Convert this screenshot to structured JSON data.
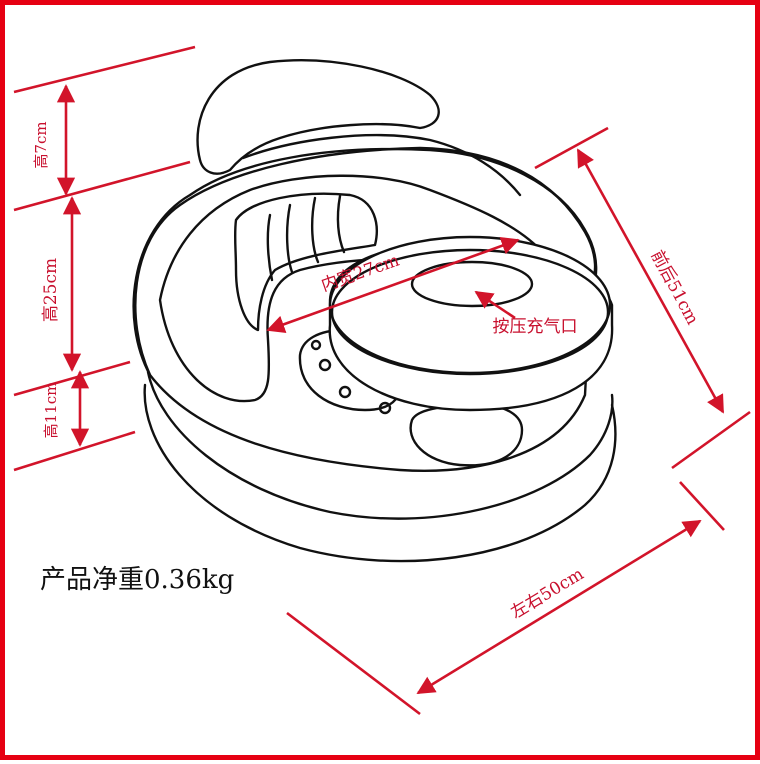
{
  "product": {
    "weight_label": "产品净重0.36kg"
  },
  "dimensions": {
    "height_top": "高7cm",
    "height_middle": "高25cm",
    "height_bottom": "高11cm",
    "inner_width": "内宽27cm",
    "front_back": "前后51cm",
    "left_right": "左右50cm"
  },
  "callouts": {
    "inflation_valve": "按压充气口"
  },
  "colors": {
    "annotation_red": "#d2142a",
    "frame_red": "#e60012",
    "outline": "#111111",
    "background": "#ffffff"
  }
}
